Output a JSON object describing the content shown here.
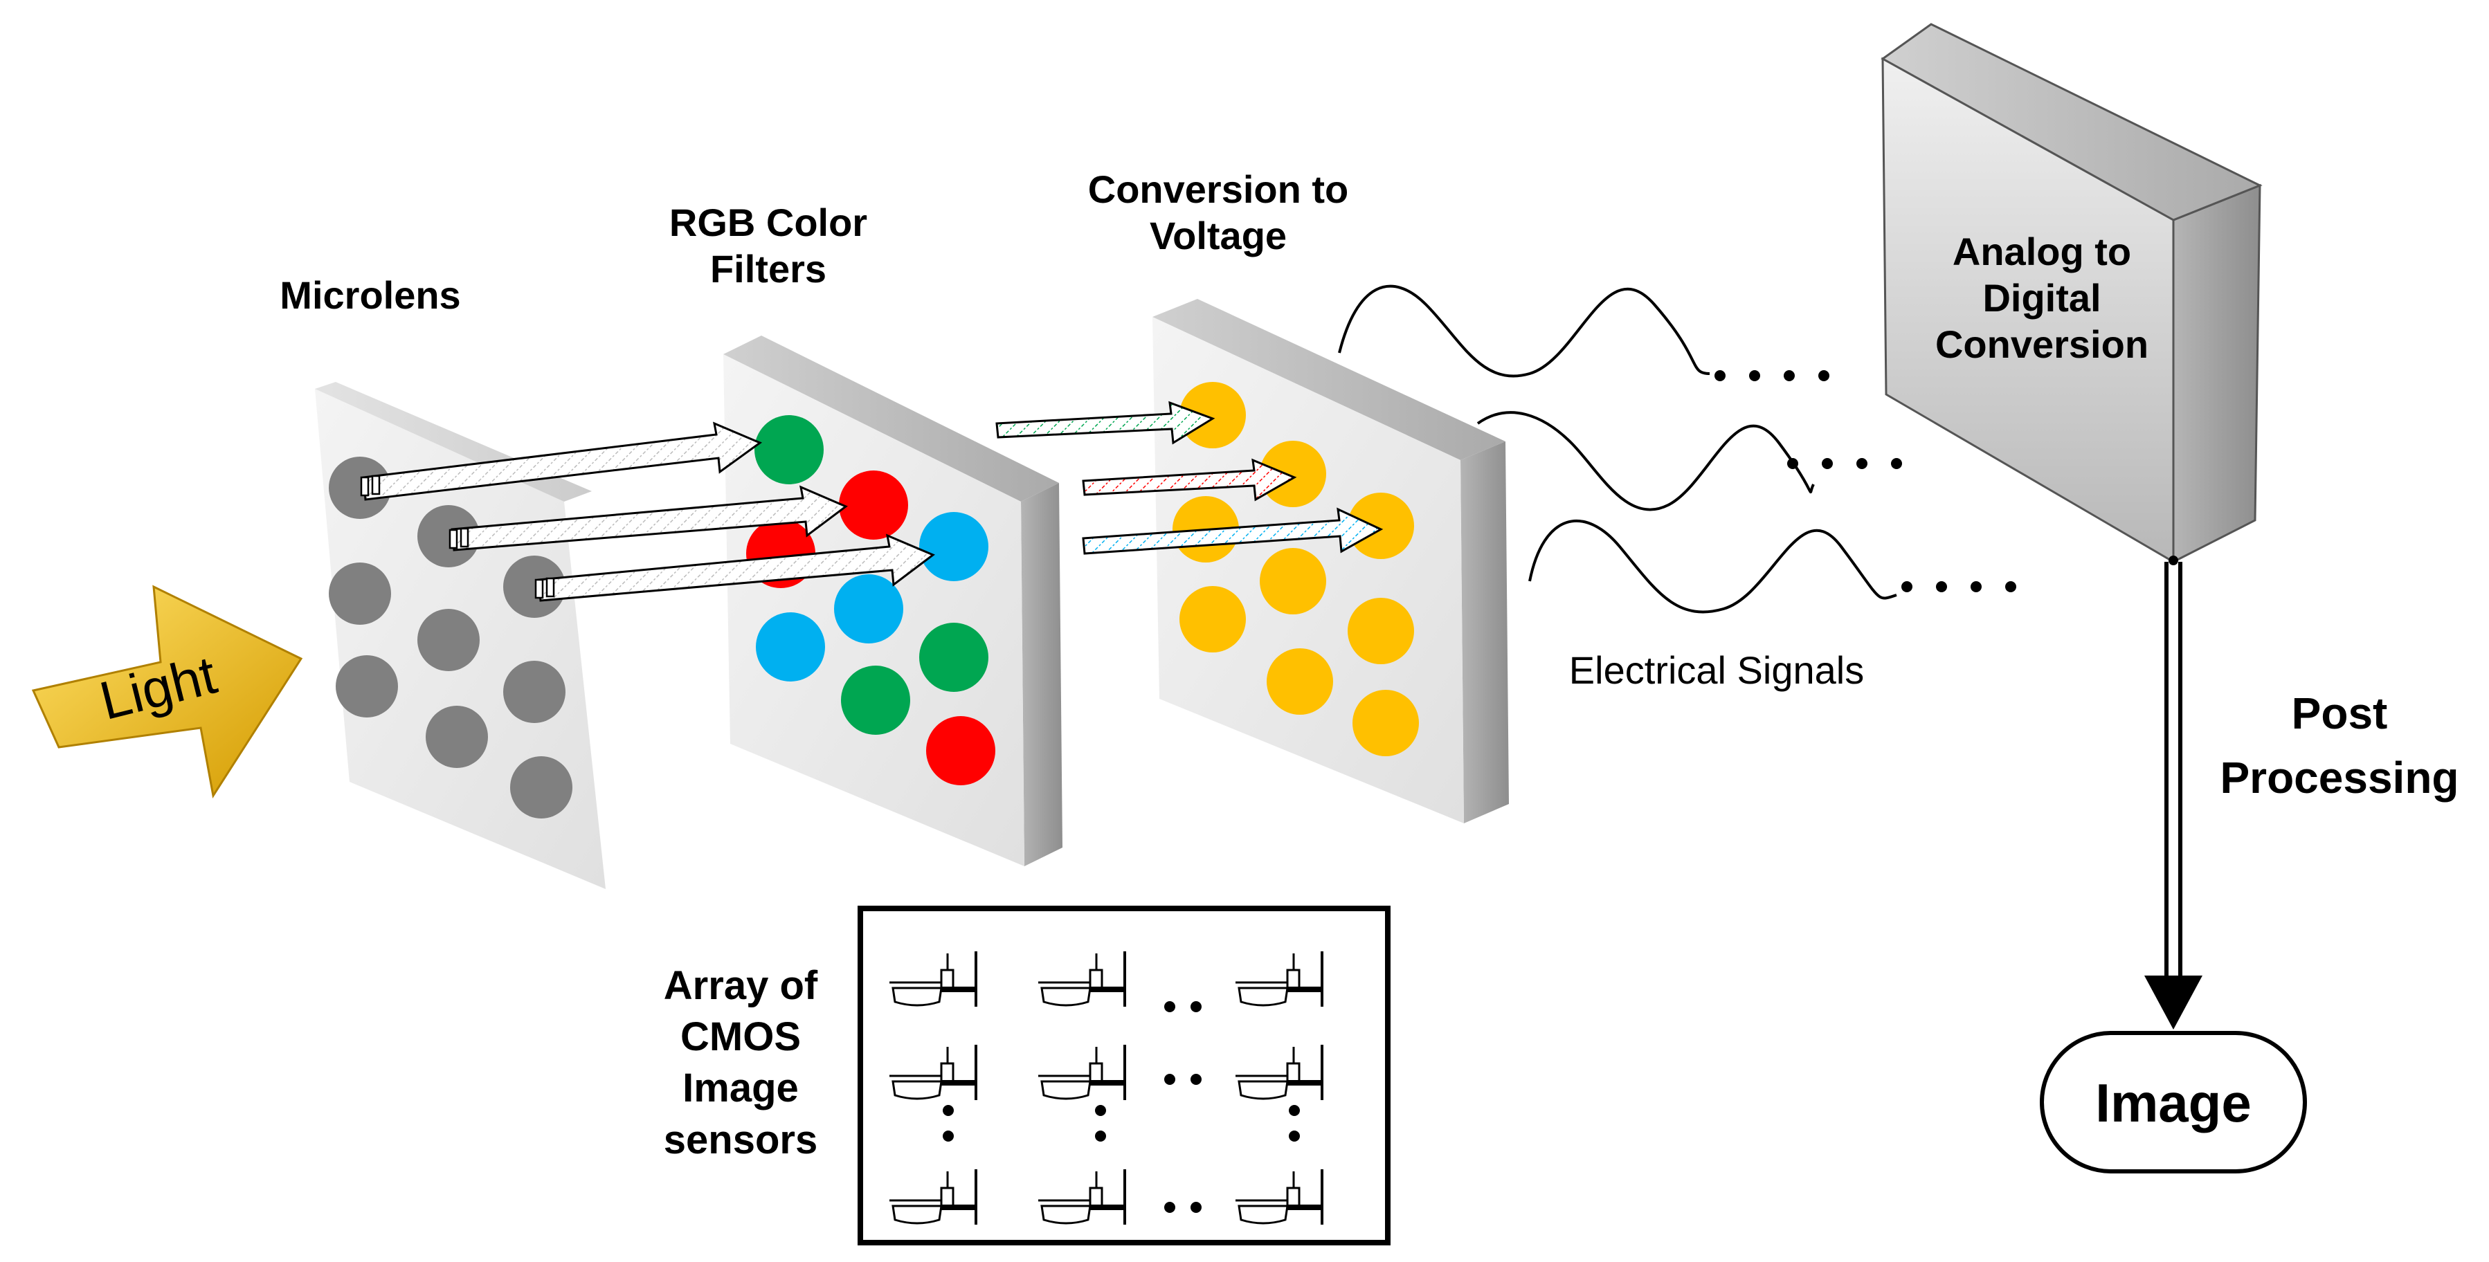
{
  "labels": {
    "microlens": "Microlens",
    "rgb_filters": [
      "RGB Color",
      "Filters"
    ],
    "conversion_voltage": [
      "Conversion to",
      "Voltage"
    ],
    "adc": [
      "Analog to",
      "Digital",
      "Conversion"
    ],
    "electrical_signals": "Electrical Signals",
    "light": "Light",
    "post_processing": [
      "Post",
      "Processing"
    ],
    "image": "Image",
    "cmos_array": [
      "Array of",
      "CMOS",
      "Image",
      "sensors"
    ]
  },
  "colors": {
    "microlens_dot": "#808080",
    "red": "#ff0000",
    "green": "#00a651",
    "blue": "#00b0f0",
    "yellow": "#ffc000",
    "light_arrow": "#f2b705",
    "panel": "#eeeeee"
  }
}
